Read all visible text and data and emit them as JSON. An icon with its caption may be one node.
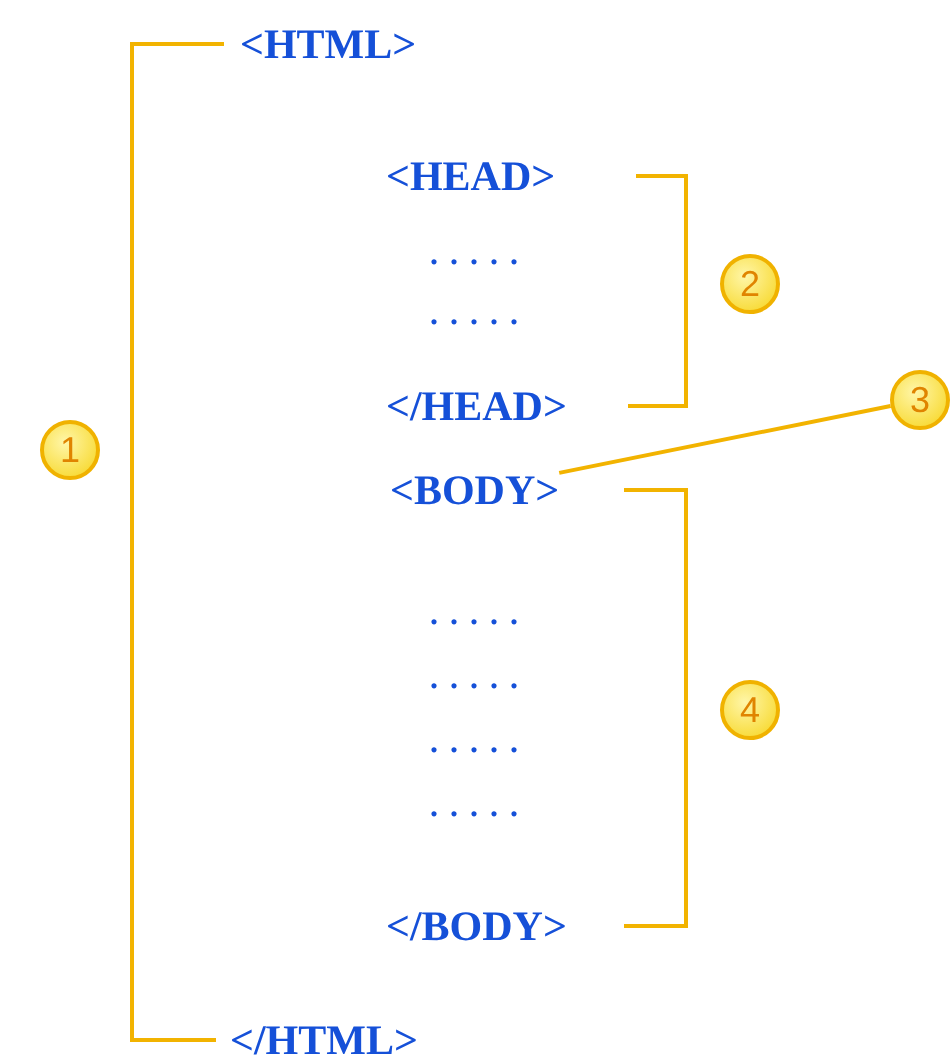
{
  "diagram": {
    "nodes": [
      {
        "text": [
          "1"
        ]
      },
      {
        "text": [
          "2"
        ]
      },
      {
        "text": [
          "3"
        ]
      },
      {
        "text": [
          "<BODY>"
        ]
      },
      {
        "text": [
          "4"
        ]
      }
    ],
    "edges": [
      {
        "from": 2,
        "to": 3,
        "arrow": "none"
      }
    ],
    "labels": [
      "<HTML>",
      "<HEAD>",
      ". . . . .",
      ". . . . .",
      "</HEAD>",
      ". . . . .",
      ". . . . .",
      ". . . . .",
      ". . . . .",
      "</BODY>",
      "</HTML>"
    ]
  }
}
